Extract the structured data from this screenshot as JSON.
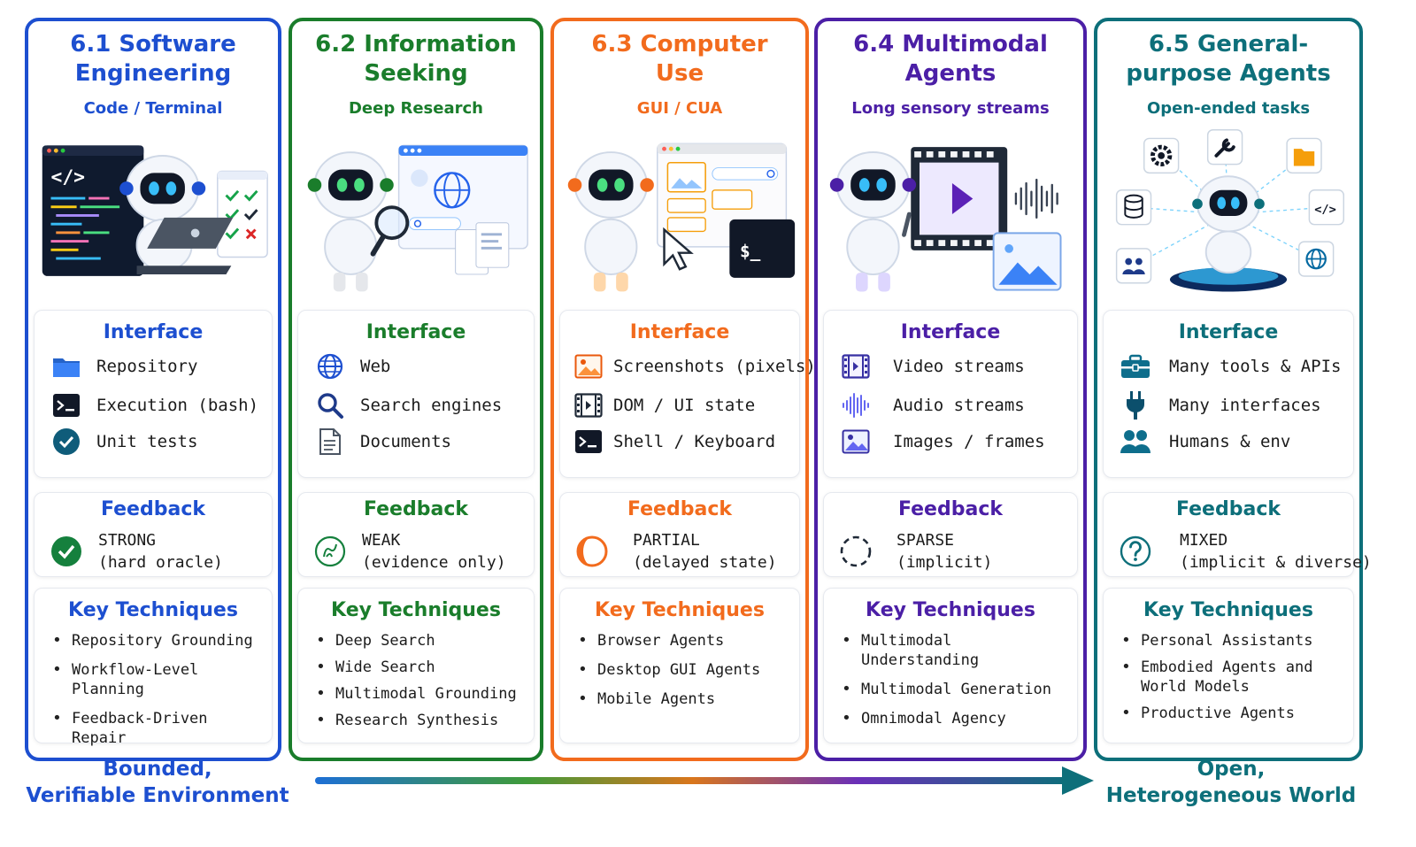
{
  "columns": [
    {
      "title": "6.1 Software\nEngineering",
      "subtitle": "Code / Terminal",
      "accent": "#1d4fd0",
      "interface_title": "Interface",
      "interface": [
        {
          "icon": "folder-icon",
          "label": "Repository"
        },
        {
          "icon": "terminal-icon",
          "label": "Execution (bash)"
        },
        {
          "icon": "check-circle-icon",
          "label": "Unit tests"
        }
      ],
      "feedback_title": "Feedback",
      "feedback": {
        "icon": "check-circle-icon",
        "level": "STRONG",
        "detail": "(hard oracle)"
      },
      "techniques_title": "Key Techniques",
      "techniques": [
        "Repository Grounding",
        "Workflow-Level Planning",
        "Feedback-Driven Repair"
      ]
    },
    {
      "title": "6.2 Information\nSeeking",
      "subtitle": "Deep Research",
      "accent": "#1a7d2b",
      "interface_title": "Interface",
      "interface": [
        {
          "icon": "globe-icon",
          "label": "Web"
        },
        {
          "icon": "magnifier-icon",
          "label": "Search engines"
        },
        {
          "icon": "document-icon",
          "label": "Documents"
        }
      ],
      "feedback_title": "Feedback",
      "feedback": {
        "icon": "weak-signal-icon",
        "level": "WEAK",
        "detail": "(evidence only)"
      },
      "techniques_title": "Key Techniques",
      "techniques": [
        "Deep Search",
        "Wide Search",
        "Multimodal Grounding",
        "Research Synthesis"
      ]
    },
    {
      "title": "6.3 Computer\nUse",
      "subtitle": "GUI / CUA",
      "accent": "#f26b1d",
      "interface_title": "Interface",
      "interface": [
        {
          "icon": "image-icon",
          "label": "Screenshots (pixels)"
        },
        {
          "icon": "film-icon",
          "label": "DOM / UI state"
        },
        {
          "icon": "terminal-icon",
          "label": "Shell / Keyboard"
        }
      ],
      "feedback_title": "Feedback",
      "feedback": {
        "icon": "half-circle-icon",
        "level": "PARTIAL",
        "detail": "(delayed state)"
      },
      "techniques_title": "Key Techniques",
      "techniques": [
        "Browser Agents",
        "Desktop GUI Agents",
        "Mobile Agents"
      ]
    },
    {
      "title": "6.4 Multimodal\nAgents",
      "subtitle": "Long sensory streams",
      "accent": "#4b1fa6",
      "interface_title": "Interface",
      "interface": [
        {
          "icon": "film-icon",
          "label": "Video streams"
        },
        {
          "icon": "waveform-icon",
          "label": "Audio streams"
        },
        {
          "icon": "image-icon",
          "label": "Images / frames"
        }
      ],
      "feedback_title": "Feedback",
      "feedback": {
        "icon": "dashed-circle-icon",
        "level": "SPARSE",
        "detail": "(implicit)"
      },
      "techniques_title": "Key Techniques",
      "techniques": [
        "Multimodal Understanding",
        "Multimodal Generation",
        "Omnimodal Agency"
      ]
    },
    {
      "title": "6.5 General-\npurpose Agents",
      "subtitle": "Open-ended tasks",
      "accent": "#0d6f7a",
      "interface_title": "Interface",
      "interface": [
        {
          "icon": "toolbox-icon",
          "label": "Many tools & APIs"
        },
        {
          "icon": "plug-icon",
          "label": "Many interfaces"
        },
        {
          "icon": "people-icon",
          "label": "Humans & env"
        }
      ],
      "feedback_title": "Feedback",
      "feedback": {
        "icon": "question-circle-icon",
        "level": "MIXED",
        "detail": "(implicit & diverse)"
      },
      "techniques_title": "Key Techniques",
      "techniques": [
        "Personal Assistants",
        "Embodied Agents and\nWorld Models",
        "Productive Agents"
      ]
    }
  ],
  "bottom": {
    "left": "Bounded,\nVerifiable Environment",
    "right": "Open,\nHeterogeneous World",
    "left_color": "#1d4fd0",
    "right_color": "#0d6f7a"
  }
}
